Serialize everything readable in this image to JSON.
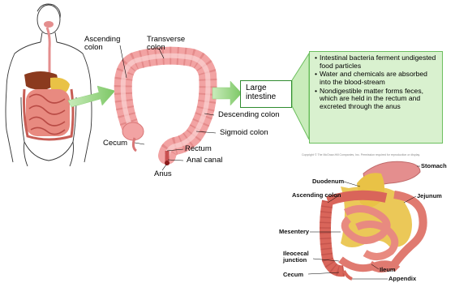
{
  "colon_labels": {
    "ascending_colon": "Ascending\ncolon",
    "transverse_colon": "Transverse\ncolon",
    "descending_colon": "Descending colon",
    "sigmoid_colon": "Sigmoid colon",
    "cecum": "Cecum",
    "rectum": "Rectum",
    "anal_canal": "Anal canal",
    "anus": "Anus"
  },
  "large_intestine": {
    "label": "Large\nintestine"
  },
  "info_bullets": [
    "Intestinal bacteria ferment undigested food particles",
    "Water and chemicals are absorbed into the blood-stream",
    "Nondigestible matter forms feces, which are held in the rectum and excreted through the anus"
  ],
  "inset": {
    "copyright": "Copyright © The McGraw-Hill Companies, Inc. Permission required for reproduction or display.",
    "labels": {
      "stomach": "Stomach",
      "duodenum": "Duodenum",
      "ascending_colon": "Ascending colon",
      "jejunum": "Jejunum",
      "mesentery": "Mesentery",
      "ileocecal_junction": "Ileocecal\njunction",
      "ileum": "Ileum",
      "cecum": "Cecum",
      "appendix": "Appendix"
    }
  },
  "colors": {
    "arrow_green": "#8fd07a",
    "arrow_outline": "#6cbf5e",
    "box_fill": "#d9f1cf",
    "colon_pink": "#f2a3a3",
    "colon_dark": "#d97777",
    "liver_brown": "#8b3a1e",
    "intestine_red": "#d9655a",
    "mesentery_yellow": "#e9c246",
    "stomach_pink": "#e48e8e"
  }
}
